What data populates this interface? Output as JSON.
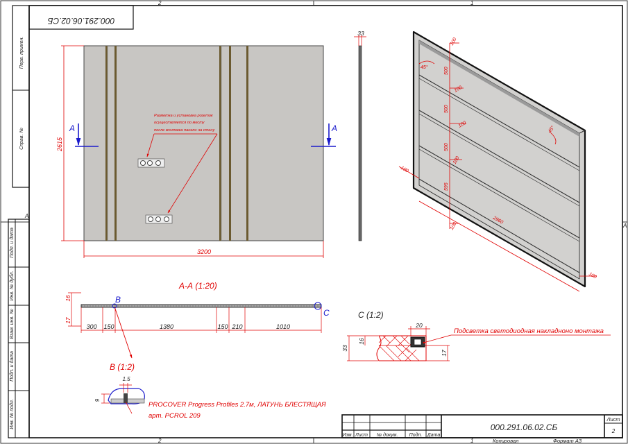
{
  "sheet": {
    "top_zone_left": "2",
    "top_zone_right": "1",
    "bottom_zone_left": "2",
    "bottom_zone_right": "1",
    "side_zone": "A",
    "side_zone_right": "A",
    "mirrored_code": "000.291.06.02.СБ"
  },
  "side_strip": {
    "perv_primen": "Перв. примен.",
    "sprav": "Справ. №",
    "podp_data_1": "Подп. и дата",
    "inv_dubl": "Инв. № дубл.",
    "vzam_inv": "Взам. инв. №",
    "podp_data_2": "Подп. и дата",
    "inv_podl": "Инв. № подл."
  },
  "front_view": {
    "height_dim": "2615",
    "width_dim": "3200",
    "section_mark_left": "A",
    "section_mark_right": "A",
    "note_line1": "Разметка и установка розеток",
    "note_line2": "осуществляется по месту",
    "note_line3": "после монтажа панели на стену"
  },
  "side_view": {
    "thickness_dim": "33"
  },
  "iso_view": {
    "dim_top": "100",
    "dim_500_a": "500",
    "dim_500_b": "500",
    "dim_500_c": "500",
    "dim_595": "595",
    "dim_100_b": "100",
    "dim_100_c": "100",
    "dim_100_d": "100",
    "dim_100_left": "100",
    "dim_100_bottom": "100",
    "dim_100_right": "100",
    "dim_2960": "2960",
    "angle_a": "45°",
    "angle_b": "45°"
  },
  "section_aa": {
    "title": "А-А (1:20)",
    "mark_b": "B",
    "mark_c": "C",
    "dim_16": "16",
    "dim_17": "17",
    "dims": [
      "300",
      "150",
      "1380",
      "150",
      "210",
      "1010"
    ]
  },
  "detail_b": {
    "title": "B (1:2)",
    "dim_15": "1.5",
    "dim_9": "9",
    "note_line1": "PROCOVER Progress Profiles 2.7м, ЛАТУНЬ БЛЕСТЯЩАЯ",
    "note_line2": "арт. PCROL 209"
  },
  "detail_c": {
    "title": "C (1:2)",
    "dim_20": "20",
    "dim_16": "16",
    "dim_33": "33",
    "dim_17": "17",
    "note": "Подсветка светодиодная накладноно монтажа"
  },
  "title_block": {
    "code": "000.291.06.02.СБ",
    "list_label": "Лист",
    "list_num": "2",
    "col_izm": "Изм.",
    "col_list": "Лист",
    "col_doc": "№ докум.",
    "col_podp": "Подп.",
    "col_data": "Дата",
    "copied": "Копировал",
    "format": "Формат А3"
  }
}
